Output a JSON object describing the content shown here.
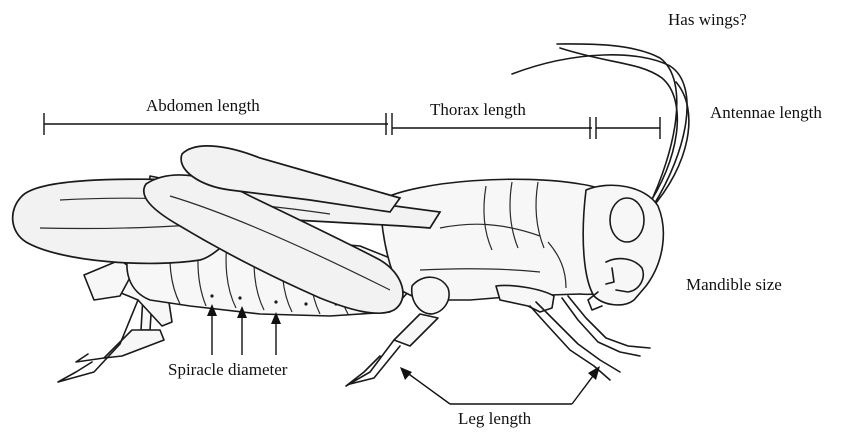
{
  "labels": {
    "has_wings": "Has wings?",
    "abdomen_length": "Abdomen length",
    "thorax_length": "Thorax length",
    "antennae_length": "Antennae length",
    "mandible_size": "Mandible size",
    "spiracle_diameter": "Spiracle diameter",
    "leg_length": "Leg length"
  },
  "colors": {
    "ink": "#1a1a1a",
    "background": "#ffffff"
  }
}
